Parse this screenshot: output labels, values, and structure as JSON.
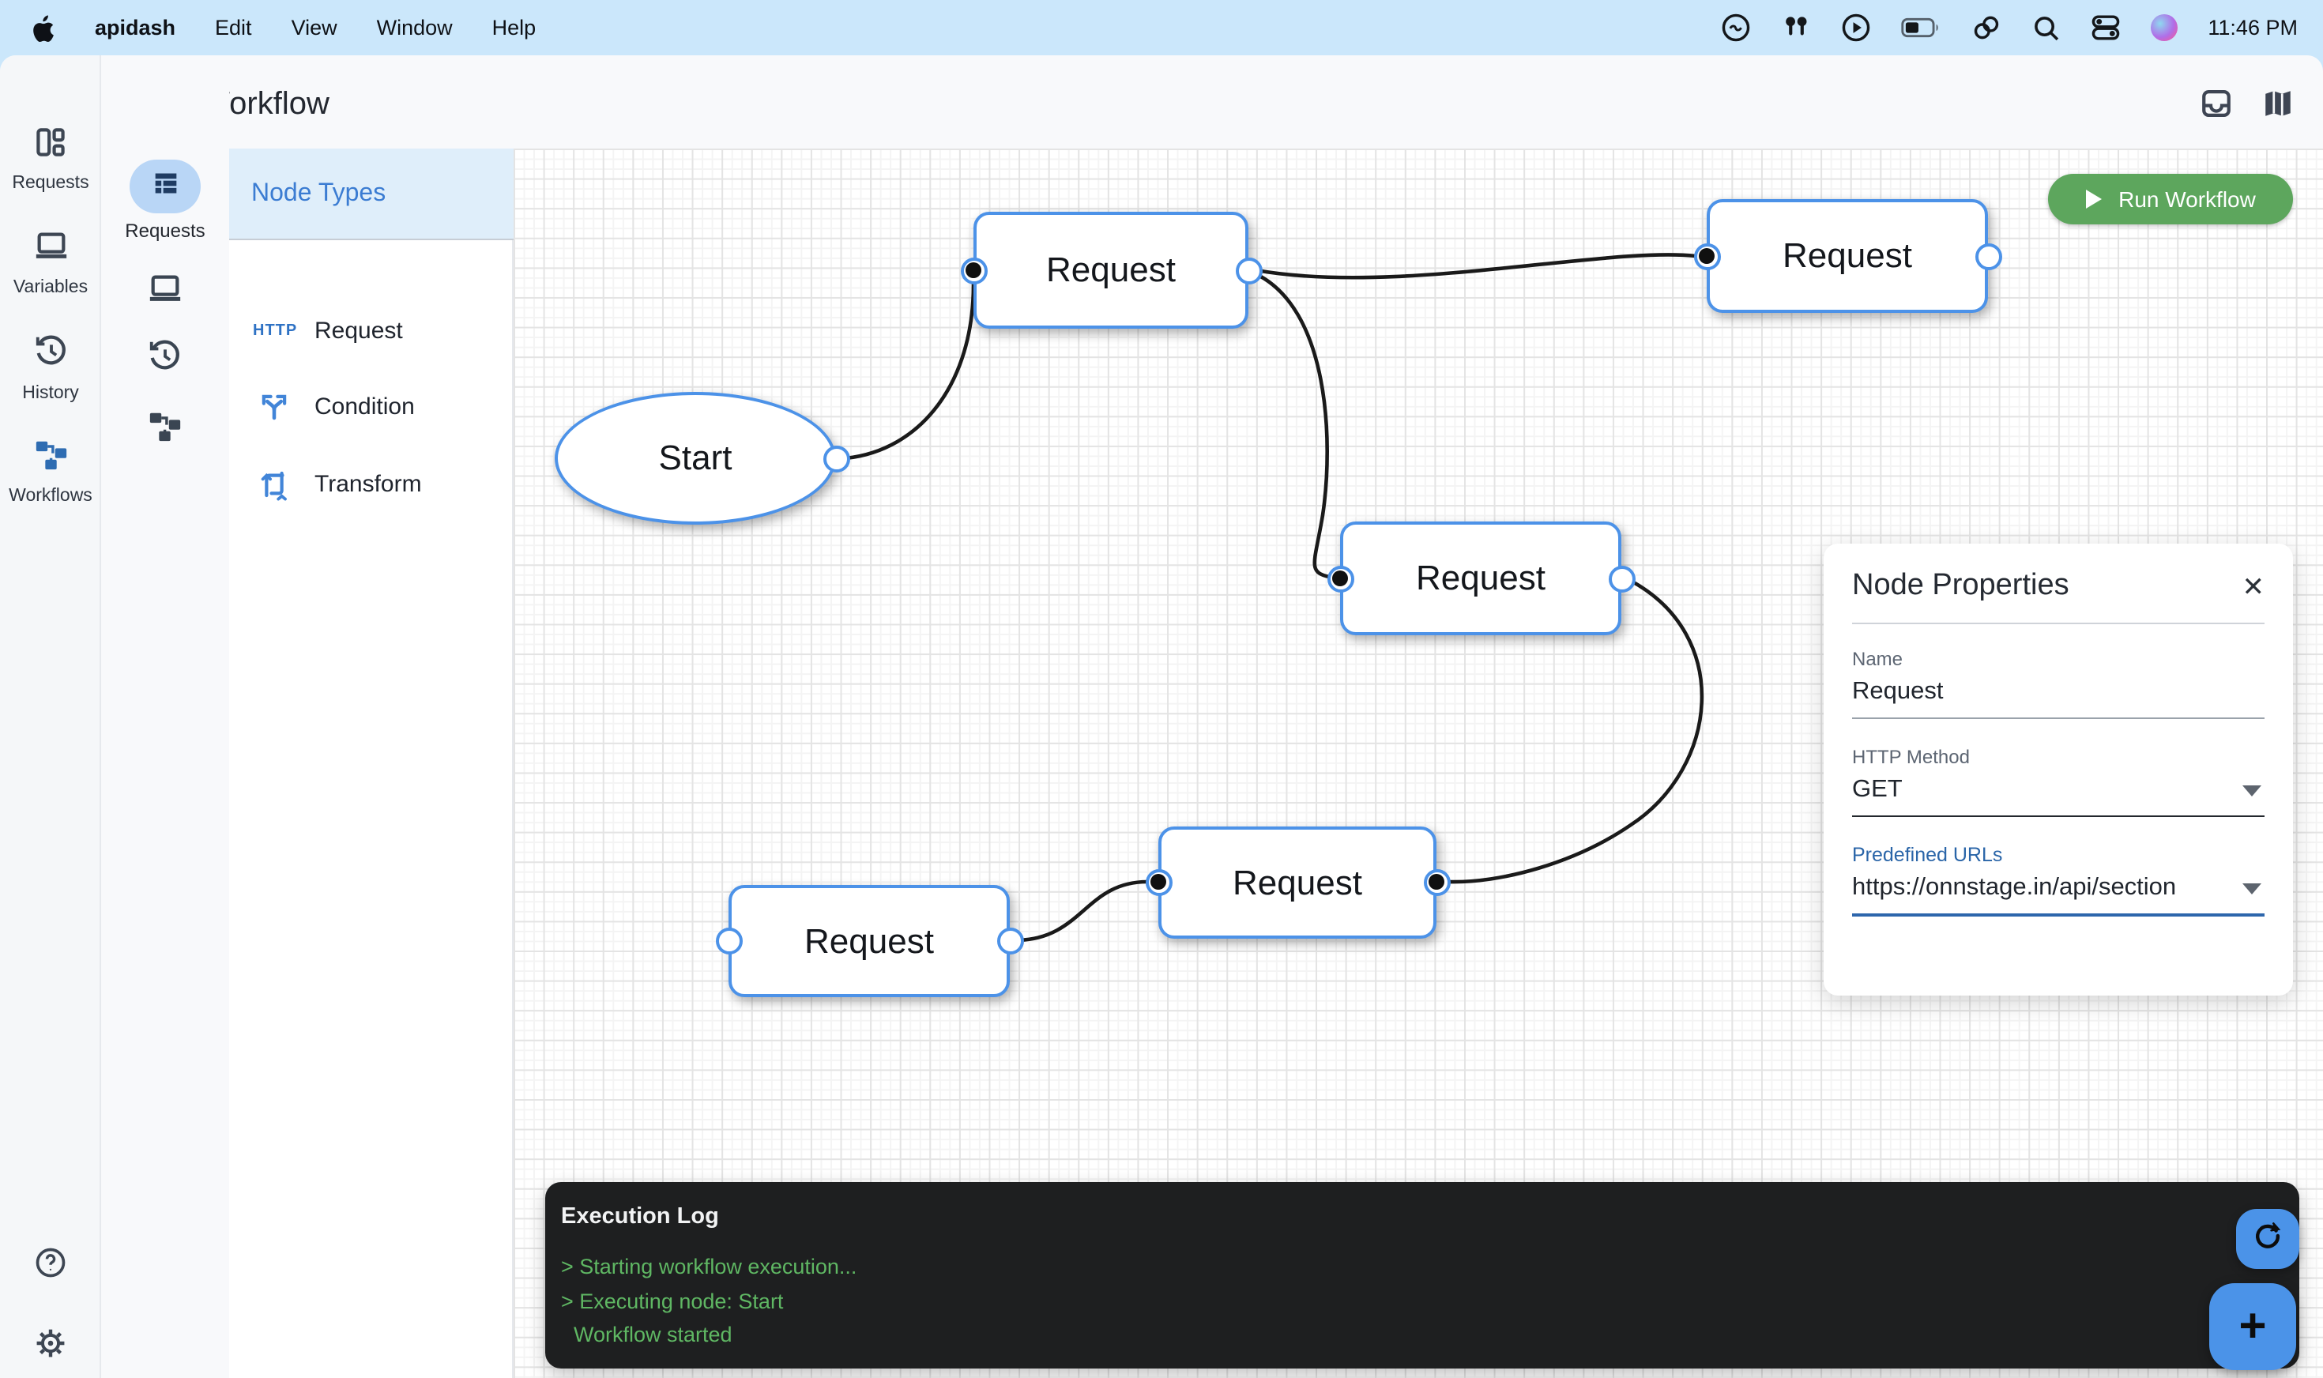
{
  "menu_bar": {
    "app_name": "apidash",
    "menus": [
      "Edit",
      "View",
      "Window",
      "Help"
    ],
    "status_icons": [
      "creative-cloud-icon",
      "airpods-icon",
      "play-circle-icon",
      "battery-icon",
      "hotspot-icon",
      "spotlight-icon",
      "control-center-icon",
      "siri-icon"
    ],
    "clock": "11:46 PM"
  },
  "window": {
    "title": "New Workflow",
    "header_icons": [
      "inbox-icon",
      "map-icon"
    ]
  },
  "nav_rail": {
    "items": [
      {
        "label": "Requests",
        "icon": "dashboard-icon",
        "active": false
      },
      {
        "label": "Variables",
        "icon": "laptop-icon",
        "active": false
      },
      {
        "label": "History",
        "icon": "history-icon",
        "active": false
      },
      {
        "label": "Workflows",
        "icon": "workflow-icon",
        "active": true
      }
    ],
    "footer_icons": [
      "help-icon",
      "settings-icon"
    ]
  },
  "collection_rail": {
    "active_tab": {
      "label": "Requests",
      "icon": "list-icon"
    },
    "icons": [
      "laptop-icon",
      "history-icon",
      "workflow-icon"
    ]
  },
  "node_palette": {
    "title": "Node Types",
    "items": [
      {
        "badge": "HTTP",
        "label": "Request"
      },
      {
        "icon": "branch-icon",
        "label": "Condition"
      },
      {
        "icon": "transform-icon",
        "label": "Transform"
      }
    ]
  },
  "toolbar": {
    "run_label": "Run Workflow"
  },
  "canvas": {
    "nodes": [
      {
        "id": "start",
        "type": "start",
        "label": "Start"
      },
      {
        "id": "request-1",
        "type": "request",
        "label": "Request"
      },
      {
        "id": "request-2",
        "type": "request",
        "label": "Request"
      },
      {
        "id": "request-3",
        "type": "request",
        "label": "Request"
      },
      {
        "id": "request-4",
        "type": "request",
        "label": "Request"
      },
      {
        "id": "request-5",
        "type": "request",
        "label": "Request"
      }
    ],
    "edges": [
      {
        "from": "start",
        "to": "request-1"
      },
      {
        "from": "request-1",
        "to": "request-2"
      },
      {
        "from": "request-1",
        "to": "request-3"
      },
      {
        "from": "request-3",
        "to": "request-5"
      },
      {
        "from": "request-4",
        "to": "request-5"
      }
    ]
  },
  "properties_panel": {
    "title": "Node Properties",
    "close_icon": "✕",
    "fields": [
      {
        "label": "Name",
        "value": "Request"
      },
      {
        "label": "HTTP Method",
        "value": "GET"
      },
      {
        "label": "Predefined URLs",
        "value": "https://onnstage.in/api/section"
      }
    ]
  },
  "execution_log": {
    "title": "Execution Log",
    "lines": [
      "> Starting workflow execution...",
      "> Executing node: Start",
      "Workflow started"
    ]
  },
  "colors": {
    "accent_blue": "#4c92e8",
    "run_green": "#5da65d",
    "log_green": "#5fb763",
    "link_blue": "#2a65a8"
  }
}
